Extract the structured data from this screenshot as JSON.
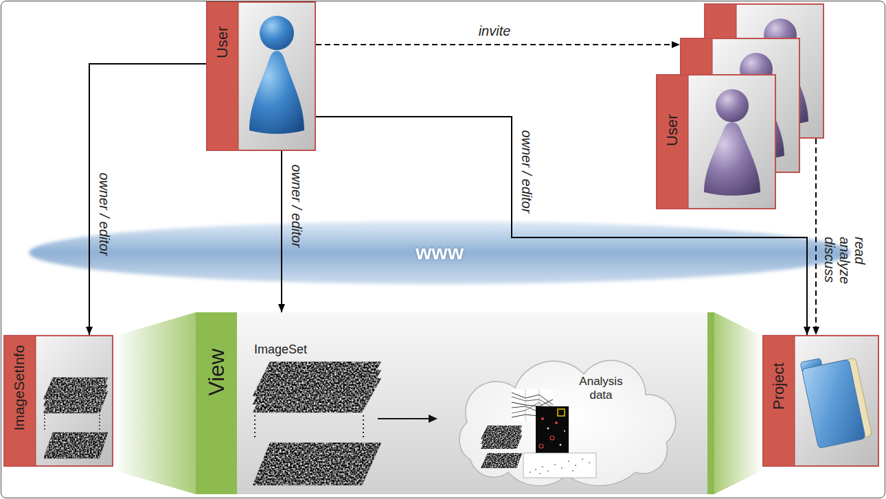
{
  "diagram": {
    "nodes": [
      {
        "text": [
          "User"
        ]
      },
      {
        "text": [
          "User"
        ]
      },
      {
        "text": [
          "www"
        ]
      },
      {
        "text": [
          "ImageSetInfo"
        ]
      },
      {
        "text": [
          "View"
        ]
      },
      {
        "text": [
          "Analysis data"
        ],
        "in": 4
      },
      {
        "text": [
          "Project"
        ]
      }
    ],
    "edges": [
      {
        "from": 0,
        "to": 1,
        "label": "invite",
        "arrow": "to"
      },
      {
        "from": 0,
        "to": 3,
        "label": "owner / editor",
        "arrow": "to"
      },
      {
        "from": 0,
        "to": 4,
        "label": "owner / editor",
        "arrow": "to"
      },
      {
        "from": 0,
        "to": 6,
        "label": "owner / editor",
        "arrow": "to"
      },
      {
        "from": 1,
        "to": 6,
        "label": "read analyze discuss",
        "arrow": "to"
      }
    ],
    "labels": [
      "ImageSet"
    ]
  }
}
